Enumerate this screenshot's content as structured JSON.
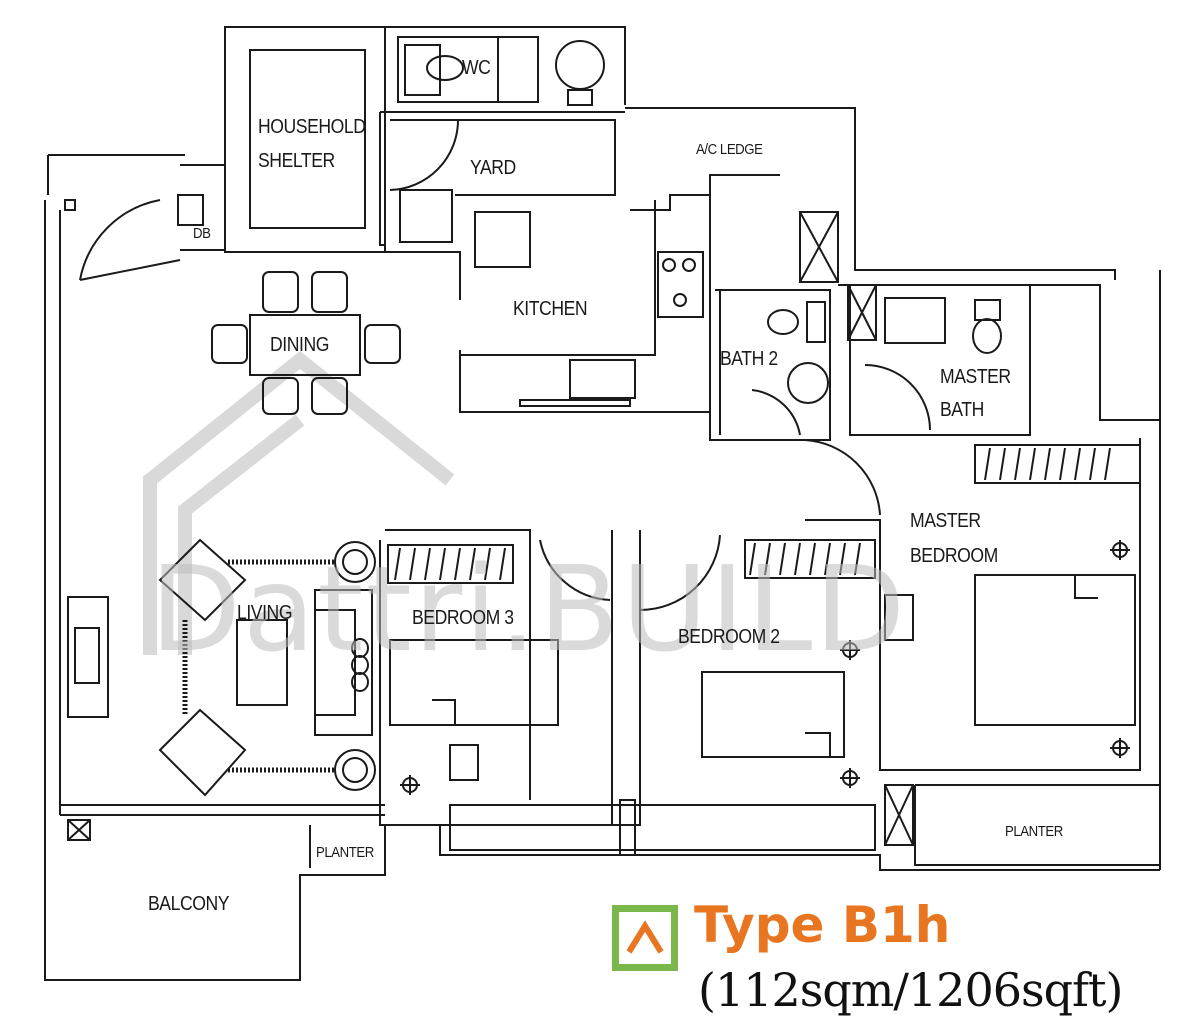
{
  "rooms": {
    "household_shelter_1": "HOUSEHOLD",
    "household_shelter_2": "SHELTER",
    "wc": "WC",
    "yard": "YARD",
    "ac_ledge": "A/C LEDGE",
    "db": "DB",
    "kitchen": "KITCHEN",
    "dining": "DINING",
    "bath2": "BATH 2",
    "master_bath_1": "MASTER",
    "master_bath_2": "BATH",
    "master_bedroom_1": "MASTER",
    "master_bedroom_2": "BEDROOM",
    "living": "LIVING",
    "bedroom3": "BEDROOM 3",
    "bedroom2": "BEDROOM 2",
    "planter_left": "PLANTER",
    "planter_right": "PLANTER",
    "balcony": "BALCONY"
  },
  "watermark": "Dattri.BUILD",
  "unit": {
    "type": "Type B1h",
    "area": "(112sqm/1206sqft)",
    "badge_icon": "caret-up-icon"
  },
  "colors": {
    "line": "#1a1a1a",
    "badge_green": "#7ab84c",
    "title_orange": "#e8751f",
    "badge_caret": "#e8751f"
  }
}
